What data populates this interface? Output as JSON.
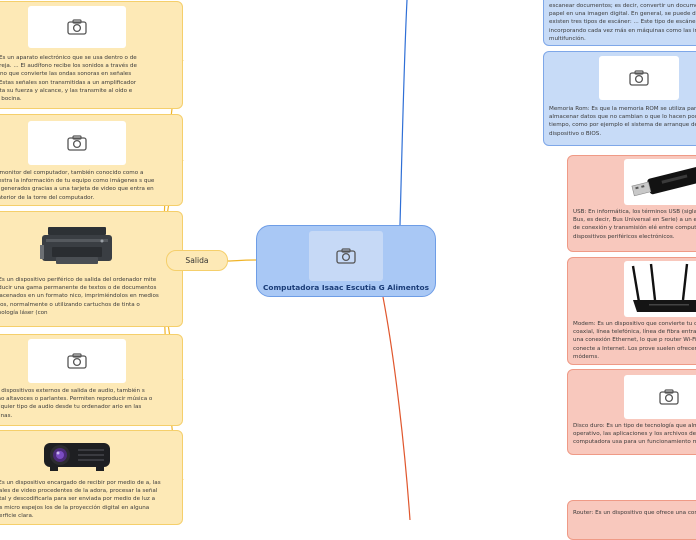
{
  "center": {
    "title": "Computadora Isaac Escutia G Alimentos"
  },
  "branch": {
    "label": "Salida"
  },
  "left_nodes": [
    {
      "text": "es: Es un aparato electrónico que se usa dentro o de la oreja. ... El audífono recibe los sonidos a través de rófono que convierte las ondas sonoras en señales as. Estas señales son transmitidas a un amplificador nenta su fuerza y alcance, y las transmite al oído e una bocina."
    },
    {
      "text": ": El monitor del computador, también conocido como a muestra la información de tu equipo como imágenes s que son generados gracias a una tarjeta de video que entra en el interior de la torre del computador."
    },
    {
      "text": "ra: Es un dispositivo periférico de salida del ordenador mite producir una gama permanente de textos o de documentos almacenados en un formato nico, imprimiéndolos en medios físicos, normalmente o utilizando cartuchos de tinta o tecnología láser (con"
    },
    {
      "text": "Son dispositivos externos de salida de audio, también s como altavoces o parlantes. Permiten reproducir música o cualquier tipo de audio desde tu ordenador ario en las bocinas."
    },
    {
      "text": "or: Es un dispositivo encargado de recibir por medio de a, las señales de video procedentes de la adora, procesar la señal digital y descodificarla para ser enviada por medio de luz a unos micro espejos los de la proyección digital en alguna superficie clara."
    }
  ],
  "right_nodes": [
    {
      "text": "escanear documentos; es decir, convertir un documen papel en una imagen digital. En general, se puede de existen tres tipos de escáner: ... Este tipo de escáner incorporando cada vez más en máquinas como las im multifunción."
    },
    {
      "text": "Memoria Rom: Es que la memoria ROM se utiliza par almacenar datos que no cambian o que lo hacen poco tiempo, como por ejemplo el sistema de arranque de dispositivo o BIOS."
    },
    {
      "text": "USB: En informática, los términos USB (sigla Serial Bus, es decir, Bus Universal en Serie) a un estándar de conexión y transmisión elé entre computadoras, dispositivos periféricos electrónicos."
    },
    {
      "text": "Modem: Es un dispositivo que convierte tu c (cable coaxial, línea telefónica, línea de fibra entrada) en una conexión Ethernet, lo que p router Wi-Fi se conecte a Internet. Los prove suelen ofrecer módems."
    },
    {
      "text": "Disco duro: Es un tipo de tecnología que alm operativo, las aplicaciones y los archivos de computadora usa para un funcionamiento m"
    },
    {
      "text": "Router: Es un dispositivo que ofrece una cone"
    }
  ],
  "icons": {
    "placeholder": "camera-icon",
    "printer": "printer-icon",
    "projector": "projector-icon",
    "usb": "usb-drive-icon",
    "router": "router-icon"
  },
  "colors": {
    "left": "#fde9b6",
    "left_border": "#f5cf6b",
    "center": "#a9c8f5",
    "right_blue": "#c7dbf7",
    "right_red": "#f8c8bd",
    "line_left": "#f0b429",
    "line_blue": "#2f6fd6",
    "line_red": "#e0572e"
  }
}
